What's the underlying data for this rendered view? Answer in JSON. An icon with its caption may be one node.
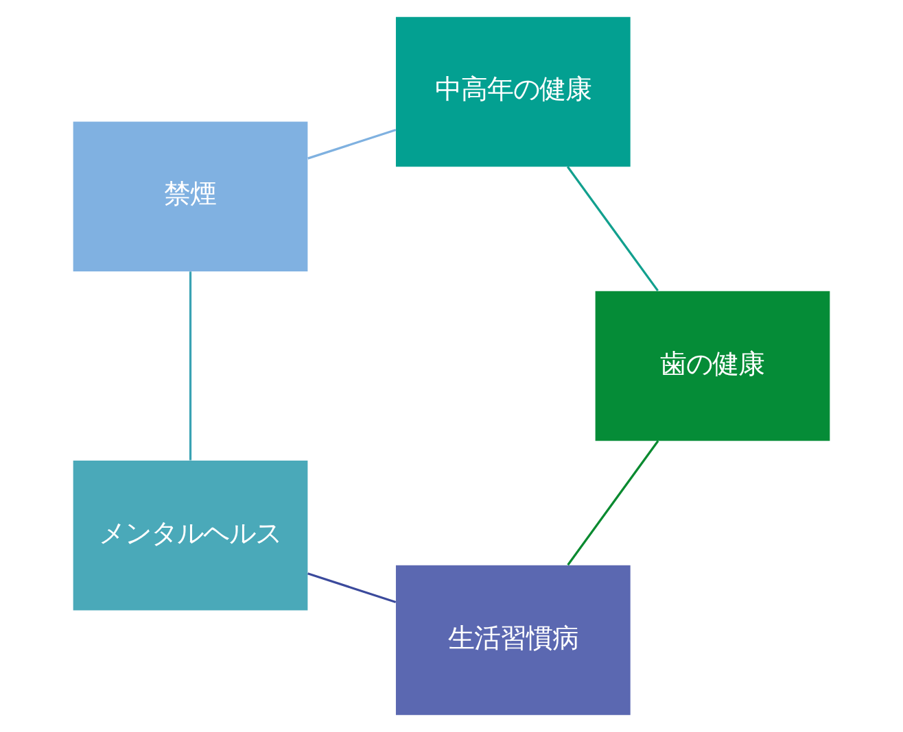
{
  "diagram": {
    "nodes": [
      {
        "text": [
          "生活習慣病"
        ]
      },
      {
        "text": [
          "メンタルヘルス"
        ]
      },
      {
        "text": [
          "禁煙"
        ]
      },
      {
        "text": [
          "中高年の健康"
        ]
      },
      {
        "text": [
          "歯の健康"
        ]
      }
    ],
    "edges": [
      {
        "from": 0,
        "to": 1,
        "arrow": "none",
        "color": "#3b4a9c"
      },
      {
        "from": 1,
        "to": 2,
        "arrow": "none",
        "color": "#3aa3b3"
      },
      {
        "from": 2,
        "to": 3,
        "arrow": "none",
        "color": "#7fb1e0"
      },
      {
        "from": 3,
        "to": 4,
        "arrow": "none",
        "color": "#12a08e"
      },
      {
        "from": 4,
        "to": 0,
        "arrow": "none",
        "color": "#0a8a30"
      }
    ]
  }
}
